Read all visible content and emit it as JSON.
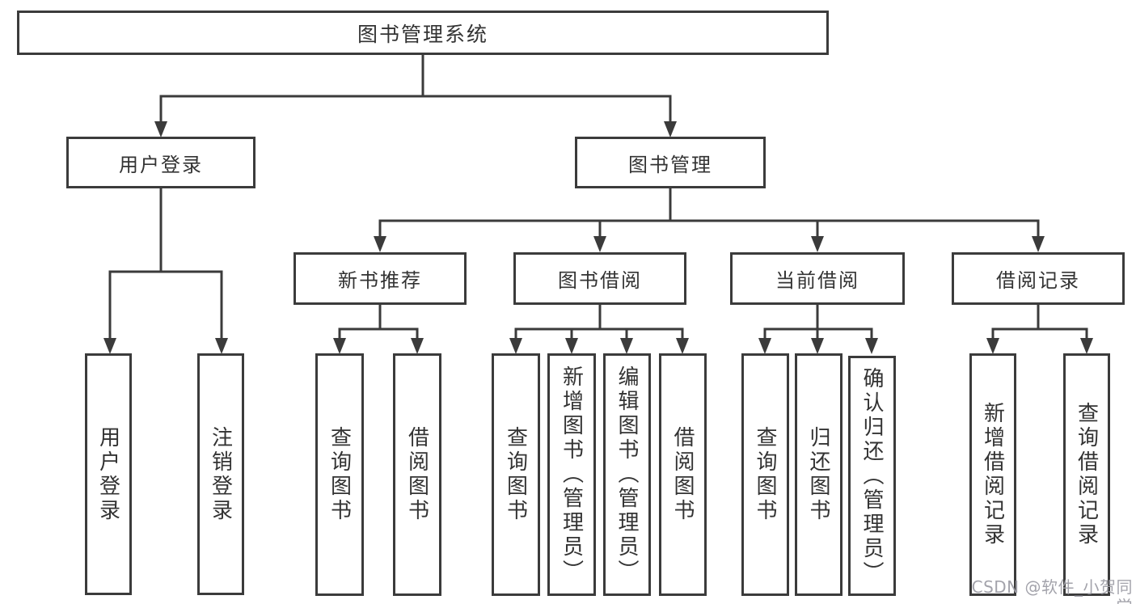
{
  "diagram": {
    "type": "hierarchy-tree",
    "colors": {
      "line": "#3b3b3b",
      "box_border": "#3b3b3b",
      "box_fill": "#ffffff",
      "text": "#333333",
      "watermark_text_color": "#9e9ea6",
      "background": "#ffffff"
    },
    "tree": {
      "root": {
        "label": "图书管理系统"
      },
      "branches": [
        {
          "label": "用户登录",
          "children": [
            {
              "label": "用户登录"
            },
            {
              "label": "注销登录"
            }
          ]
        },
        {
          "label": "图书管理",
          "children": [
            {
              "label": "新书推荐",
              "children": [
                {
                  "label": "查询图书"
                },
                {
                  "label": "借阅图书"
                }
              ]
            },
            {
              "label": "图书借阅",
              "children": [
                {
                  "label": "查询图书"
                },
                {
                  "label": "新增图书（管理员）"
                },
                {
                  "label": "编辑图书（管理员）"
                },
                {
                  "label": "借阅图书"
                }
              ]
            },
            {
              "label": "当前借阅",
              "children": [
                {
                  "label": "查询图书"
                },
                {
                  "label": "归还图书"
                },
                {
                  "label": "确认归还（管理员）"
                }
              ]
            },
            {
              "label": "借阅记录",
              "children": [
                {
                  "label": "新增借阅记录"
                },
                {
                  "label": "查询借阅记录"
                }
              ]
            }
          ]
        }
      ]
    },
    "watermark": "CSDN @软件_小贺同学"
  }
}
